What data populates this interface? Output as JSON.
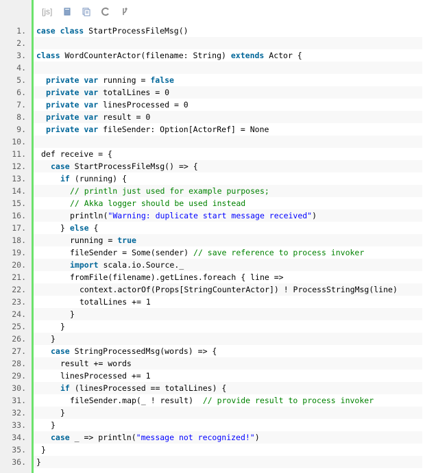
{
  "toolbar": {
    "lang_label": "[js]",
    "icons": [
      "view-source-icon",
      "copy-icon",
      "refresh-icon",
      "branch-icon"
    ]
  },
  "colors": {
    "gutter_bg": "#f0f0f0",
    "gutter_accent": "#6ce26c",
    "keyword": "#006699",
    "string": "#0000ff",
    "comment": "#008200",
    "line_number": "#5c5c5c"
  },
  "code": {
    "lines": [
      {
        "num": "1.",
        "tokens": [
          {
            "t": "case class",
            "k": "k"
          },
          {
            "t": " StartProcessFileMsg()"
          }
        ],
        "indent": 0
      },
      {
        "num": "2.",
        "tokens": [],
        "indent": 0
      },
      {
        "num": "3.",
        "tokens": [
          {
            "t": "class",
            "k": "k"
          },
          {
            "t": " WordCounterActor(filename: String) "
          },
          {
            "t": "extends",
            "k": "k"
          },
          {
            "t": " Actor {"
          }
        ],
        "indent": 0
      },
      {
        "num": "4.",
        "tokens": [],
        "indent": 0
      },
      {
        "num": "5.",
        "tokens": [
          {
            "t": "private var",
            "k": "k"
          },
          {
            "t": " running = "
          },
          {
            "t": "false",
            "k": "k"
          }
        ],
        "indent": 2
      },
      {
        "num": "6.",
        "tokens": [
          {
            "t": "private var",
            "k": "k"
          },
          {
            "t": " totalLines = 0"
          }
        ],
        "indent": 2
      },
      {
        "num": "7.",
        "tokens": [
          {
            "t": "private var",
            "k": "k"
          },
          {
            "t": " linesProcessed = 0"
          }
        ],
        "indent": 2
      },
      {
        "num": "8.",
        "tokens": [
          {
            "t": "private var",
            "k": "k"
          },
          {
            "t": " result = 0"
          }
        ],
        "indent": 2
      },
      {
        "num": "9.",
        "tokens": [
          {
            "t": "private var",
            "k": "k"
          },
          {
            "t": " fileSender: Option[ActorRef] = None"
          }
        ],
        "indent": 2
      },
      {
        "num": "10.",
        "tokens": [],
        "indent": 0
      },
      {
        "num": "11.",
        "tokens": [
          {
            "t": "def receive = {"
          }
        ],
        "indent": 1
      },
      {
        "num": "12.",
        "tokens": [
          {
            "t": "case",
            "k": "k"
          },
          {
            "t": " StartProcessFileMsg() => {"
          }
        ],
        "indent": 3
      },
      {
        "num": "13.",
        "tokens": [
          {
            "t": "if",
            "k": "k"
          },
          {
            "t": " (running) {"
          }
        ],
        "indent": 5
      },
      {
        "num": "14.",
        "tokens": [
          {
            "t": "// println just used for example purposes;",
            "k": "c"
          }
        ],
        "indent": 7
      },
      {
        "num": "15.",
        "tokens": [
          {
            "t": "// Akka logger should be used instead",
            "k": "c"
          }
        ],
        "indent": 7
      },
      {
        "num": "16.",
        "tokens": [
          {
            "t": "println("
          },
          {
            "t": "\"Warning: duplicate start message received\"",
            "k": "s"
          },
          {
            "t": ")"
          }
        ],
        "indent": 7
      },
      {
        "num": "17.",
        "tokens": [
          {
            "t": "} "
          },
          {
            "t": "else",
            "k": "k"
          },
          {
            "t": " {"
          }
        ],
        "indent": 5
      },
      {
        "num": "18.",
        "tokens": [
          {
            "t": "running = "
          },
          {
            "t": "true",
            "k": "k"
          }
        ],
        "indent": 7
      },
      {
        "num": "19.",
        "tokens": [
          {
            "t": "fileSender = Some(sender) "
          },
          {
            "t": "// save reference to process invoker",
            "k": "c"
          }
        ],
        "indent": 7
      },
      {
        "num": "20.",
        "tokens": [
          {
            "t": "import",
            "k": "k"
          },
          {
            "t": " scala.io.Source._"
          }
        ],
        "indent": 7
      },
      {
        "num": "21.",
        "tokens": [
          {
            "t": "fromFile(filename).getLines.foreach { line =>"
          }
        ],
        "indent": 7
      },
      {
        "num": "22.",
        "tokens": [
          {
            "t": "context.actorOf(Props[StringCounterActor]) ! ProcessStringMsg(line)"
          }
        ],
        "indent": 9
      },
      {
        "num": "23.",
        "tokens": [
          {
            "t": "totalLines += 1"
          }
        ],
        "indent": 9
      },
      {
        "num": "24.",
        "tokens": [
          {
            "t": "}"
          }
        ],
        "indent": 7
      },
      {
        "num": "25.",
        "tokens": [
          {
            "t": "}"
          }
        ],
        "indent": 5
      },
      {
        "num": "26.",
        "tokens": [
          {
            "t": "}"
          }
        ],
        "indent": 3
      },
      {
        "num": "27.",
        "tokens": [
          {
            "t": "case",
            "k": "k"
          },
          {
            "t": " StringProcessedMsg(words) => {"
          }
        ],
        "indent": 3
      },
      {
        "num": "28.",
        "tokens": [
          {
            "t": "result += words"
          }
        ],
        "indent": 5
      },
      {
        "num": "29.",
        "tokens": [
          {
            "t": "linesProcessed += 1"
          }
        ],
        "indent": 5
      },
      {
        "num": "30.",
        "tokens": [
          {
            "t": "if",
            "k": "k"
          },
          {
            "t": " (linesProcessed == totalLines) {"
          }
        ],
        "indent": 5
      },
      {
        "num": "31.",
        "tokens": [
          {
            "t": "fileSender.map(_ ! result)  "
          },
          {
            "t": "// provide result to process invoker",
            "k": "c"
          }
        ],
        "indent": 7
      },
      {
        "num": "32.",
        "tokens": [
          {
            "t": "}"
          }
        ],
        "indent": 5
      },
      {
        "num": "33.",
        "tokens": [
          {
            "t": "}"
          }
        ],
        "indent": 3
      },
      {
        "num": "34.",
        "tokens": [
          {
            "t": "case",
            "k": "k"
          },
          {
            "t": " _ => println("
          },
          {
            "t": "\"message not recognized!\"",
            "k": "s"
          },
          {
            "t": ")"
          }
        ],
        "indent": 3
      },
      {
        "num": "35.",
        "tokens": [
          {
            "t": "}"
          }
        ],
        "indent": 1
      },
      {
        "num": "36.",
        "tokens": [
          {
            "t": "}"
          }
        ],
        "indent": 0
      }
    ]
  }
}
